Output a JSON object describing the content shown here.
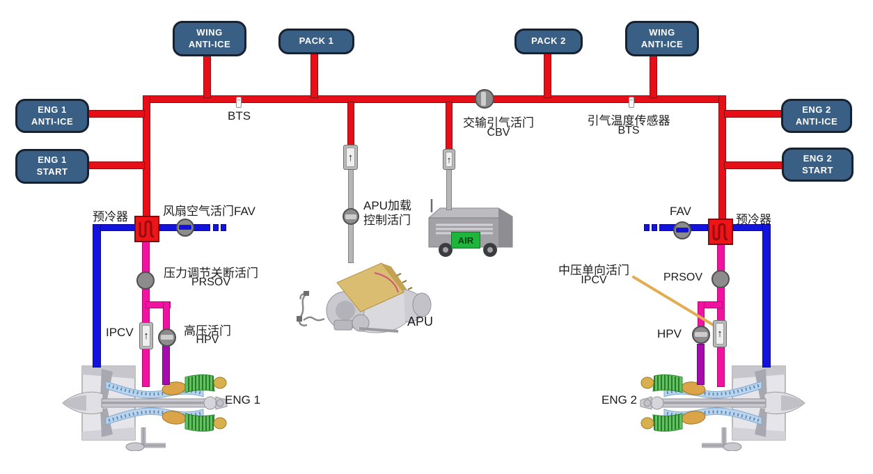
{
  "colors": {
    "duct_red": "#e60f17",
    "duct_blue": "#1313dd",
    "duct_pink": "#f112a1",
    "duct_purple": "#a50bad",
    "duct_gray": "#b6b6b6",
    "box_fill": "#3a5f85",
    "box_border": "#16222f",
    "valve_gray": "#8c8c8c",
    "valve_band": "#cdcdcd",
    "precooler_red": "#ee1417",
    "air_badge_green": "#1db53c",
    "pointer_tan": "#e3ad52",
    "text": "#1c1c1c"
  },
  "icons": {
    "check_valve_arrow": "↑"
  },
  "nodes": {
    "wing_anti_ice_left": {
      "line1": "WING",
      "line2": "ANTI-ICE"
    },
    "pack1": {
      "label": "PACK 1"
    },
    "pack2": {
      "label": "PACK 2"
    },
    "wing_anti_ice_right": {
      "line1": "WING",
      "line2": "ANTI-ICE"
    },
    "eng1_anti_ice": {
      "line1": "ENG 1",
      "line2": "ANTI-ICE"
    },
    "eng1_start": {
      "line1": "ENG 1",
      "line2": "START"
    },
    "eng2_anti_ice": {
      "line1": "ENG 2",
      "line2": "ANTI-ICE"
    },
    "eng2_start": {
      "line1": "ENG 2",
      "line2": "START"
    }
  },
  "labels": {
    "bts_left": "BTS",
    "crossbleed_cn": "交输引气活门",
    "crossbleed_en": "CBV",
    "bts_right_cn": "引气温度传感器",
    "bts_right_en": "BTS",
    "precooler_left": "预冷器",
    "fav_left": "风扇空气活门FAV",
    "prsov_left_cn": "压力调节关断活门",
    "prsov_left_en": "PRSOV",
    "ipcv_left": "IPCV",
    "hpv_left_cn": "高压活门",
    "hpv_left_en": "HPV",
    "apu_valve_line1": "APU加载",
    "apu_valve_line2": "控制活门",
    "apu": "APU",
    "air_badge": "AIR",
    "eng1": "ENG 1",
    "eng2": "ENG 2",
    "ipcv_right_cn": "中压单向活门",
    "ipcv_right_en": "IPCV",
    "fav_right": "FAV",
    "precooler_right": "预冷器",
    "prsov_right": "PRSOV",
    "hpv_right": "HPV"
  }
}
